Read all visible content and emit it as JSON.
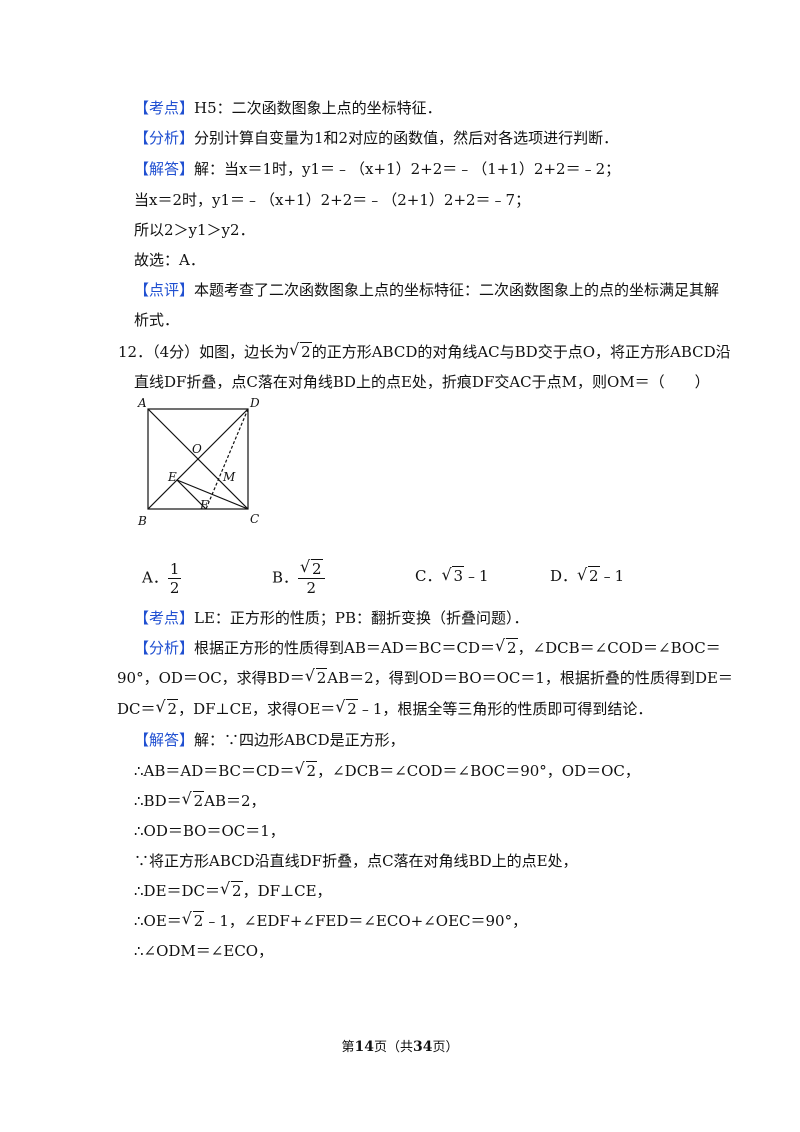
{
  "prev": {
    "kaodian_tag": "【考点】",
    "kaodian_text": "H5：二次函数图象上点的坐标特征．",
    "fenxi_tag": "【分析】",
    "fenxi_text": "分别计算自变量为1和2对应的函数值，然后对各选项进行判断．",
    "jieda_tag": "【解答】",
    "jieda_l1": "解：当x＝1时，y1＝﹣（x+1）2+2＝﹣（1+1）2+2＝﹣2；",
    "jieda_l2": "当x＝2时，y1＝﹣（x+1）2+2＝﹣（2+1）2+2＝﹣7；",
    "jieda_l3": "所以2＞y1＞y2．",
    "jieda_l4": "故选：A．",
    "dianping_tag": "【点评】",
    "dianping_l1": "本题考查了二次函数图象上点的坐标特征：二次函数图象上的点的坐标满足其解",
    "dianping_l2": "析式．"
  },
  "q12": {
    "number": "12．",
    "score": "（4分）",
    "stem_a": "如图，边长为",
    "stem_b": "的正方形ABCD的对角线AC与BD交于点O，将正方形ABCD沿",
    "stem_l2": "直线DF折叠，点C落在对角线BD上的点E处，折痕DF交AC于点M，则OM＝（　　）",
    "options": {
      "A_label": "A．",
      "A_num": "1",
      "A_den": "2",
      "B_label": "B．",
      "B_den": "2",
      "C_label": "C．",
      "C_rest": "﹣1",
      "D_label": "D．",
      "D_rest": "﹣1"
    },
    "radicand_2": "2",
    "radicand_3": "3",
    "figure_labels": {
      "A": "A",
      "B": "B",
      "C": "C",
      "D": "D",
      "O": "O",
      "E": "E",
      "F": "F",
      "M": "M"
    },
    "kaodian_tag": "【考点】",
    "kaodian_text": "LE：正方形的性质；PB：翻折变换（折叠问题）．",
    "fenxi_tag": "【分析】",
    "fenxi_l1a": "根据正方形的性质得到AB＝AD＝BC＝CD＝",
    "fenxi_l1b": "，∠DCB＝∠COD＝∠BOC＝",
    "fenxi_l2a": "90°，OD＝OC，求得BD＝",
    "fenxi_l2b": "AB＝2，得到OD＝BO＝OC＝1，根据折叠的性质得到DE＝",
    "fenxi_l3a": "DC＝",
    "fenxi_l3b": "，DF⊥CE，求得OE＝",
    "fenxi_l3c": "﹣1，根据全等三角形的性质即可得到结论．",
    "jieda_tag": "【解答】",
    "jieda_l1": "解：∵四边形ABCD是正方形，",
    "jieda_l2a": "∴AB＝AD＝BC＝CD＝",
    "jieda_l2b": "，∠DCB＝∠COD＝∠BOC＝90°，OD＝OC，",
    "jieda_l3a": "∴BD＝",
    "jieda_l3b": "AB＝2，",
    "jieda_l4": "∴OD＝BO＝OC＝1，",
    "jieda_l5": "∵将正方形ABCD沿直线DF折叠，点C落在对角线BD上的点E处，",
    "jieda_l6a": "∴DE＝DC＝",
    "jieda_l6b": "，DF⊥CE，",
    "jieda_l7a": "∴OE＝",
    "jieda_l7b": "﹣1，∠EDF+∠FED＝∠ECO+∠OEC＝90°，",
    "jieda_l8": "∴∠ODM＝∠ECO，"
  },
  "footer": {
    "pre": "第",
    "page": "14",
    "mid": "页（共",
    "total": "34",
    "post": "页）"
  }
}
